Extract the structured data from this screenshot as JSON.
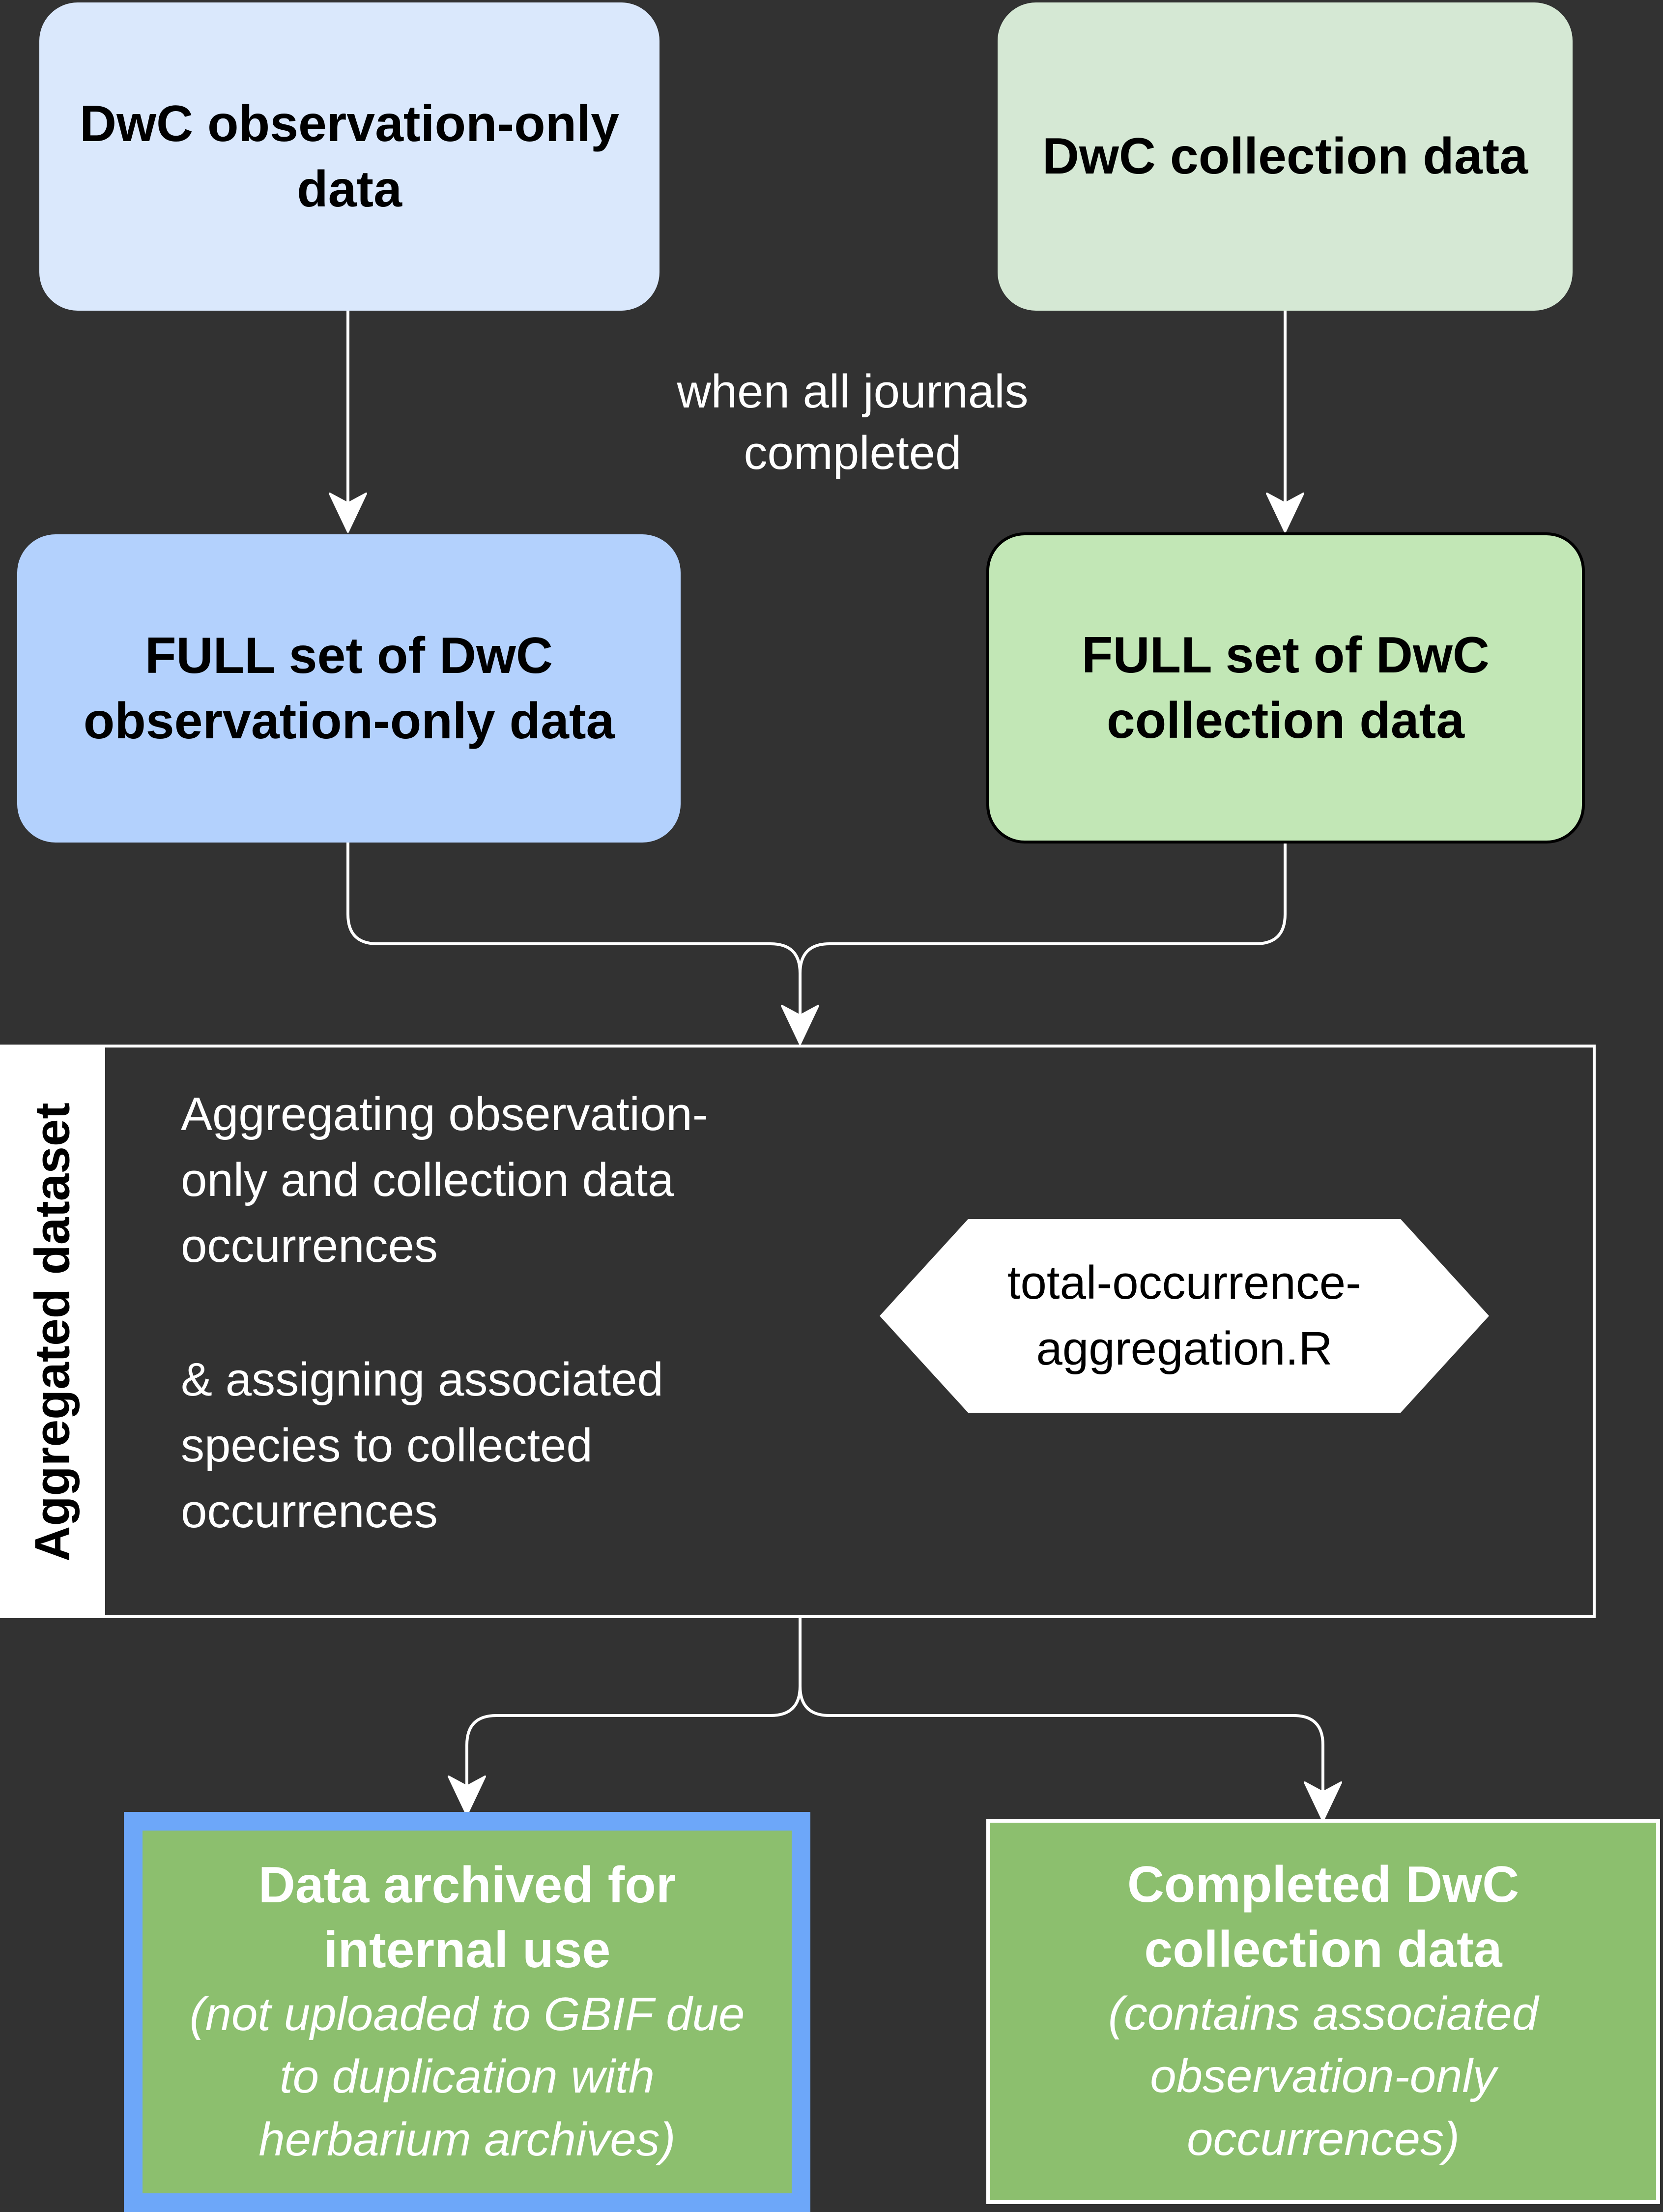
{
  "nodes": {
    "obs_only": {
      "label": "DwC observation-only\ndata",
      "color": "#dae8fc"
    },
    "collection": {
      "label": "DwC collection data",
      "color": "#d5e8d4"
    },
    "full_obs": {
      "label": "FULL set of DwC\nobservation-only data",
      "color": "#b3d1fd"
    },
    "full_collection": {
      "label": "FULL set of DwC\ncollection data",
      "color": "#c2e7b6"
    },
    "archived": {
      "title": "Data archived for\ninternal use",
      "note": "(not uploaded to GBIF due\nto duplication with\nherbarium archives)",
      "color": "#8cbf6e",
      "border": "#6da7f9"
    },
    "completed": {
      "title": "Completed DwC\ncollection data",
      "note": "(contains associated\nobservation-only\noccurrences)",
      "color": "#8cbf6e",
      "border": "#ffffff"
    }
  },
  "edge_label": "when all journals\ncompleted",
  "container": {
    "title": "Aggregated dataset",
    "text_1": "Aggregating observation-\nonly and collection data\noccurrences",
    "text_2": "& assigning associated\nspecies to collected\noccurrences",
    "script": "total-occurrence-\naggregation.R"
  }
}
